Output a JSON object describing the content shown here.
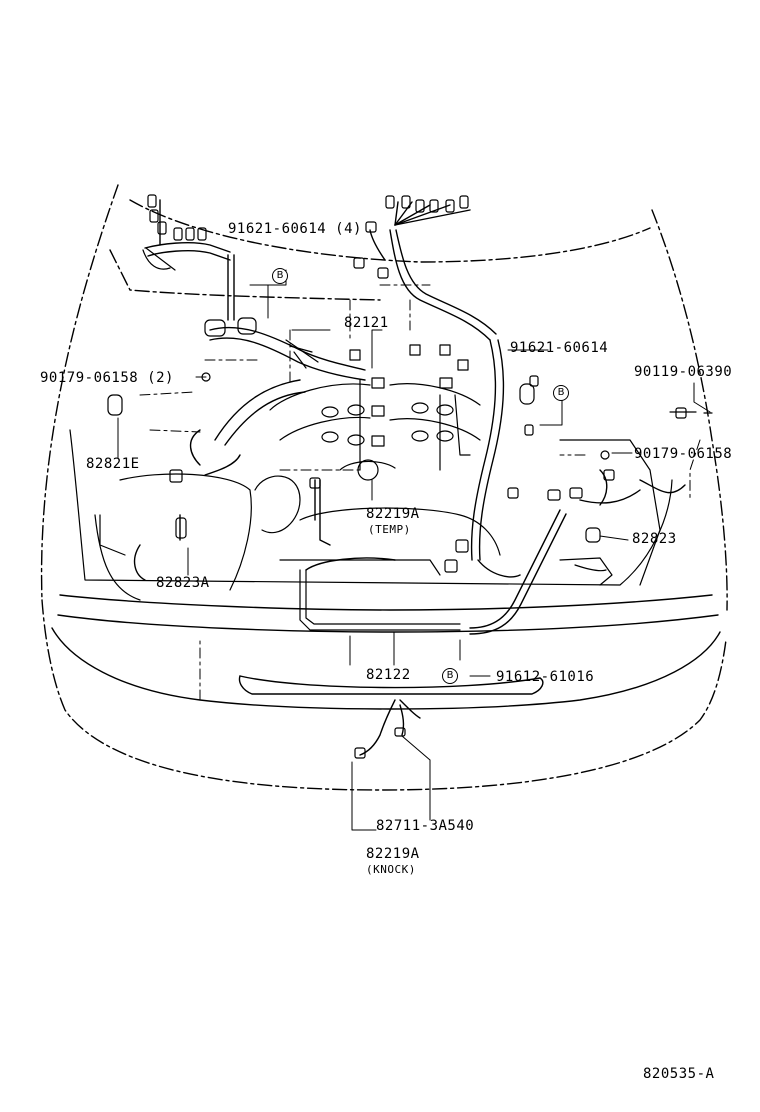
{
  "parts": {
    "p_91621_60614_4": "91621-60614 (4)",
    "p_82121": "82121",
    "p_91621_60614": "91621-60614",
    "p_90179_06158_2": "90179-06158 (2)",
    "p_90119_06390": "90119-06390",
    "p_90179_06158": "90179-06158",
    "p_82821E": "82821E",
    "p_82219A_temp": "82219A",
    "p_temp_note": "(TEMP)",
    "p_82823": "82823",
    "p_82823A": "82823A",
    "p_82122": "82122",
    "p_91612_61016": "91612-61016",
    "p_82711_3A540": "82711-3A540",
    "p_82219A_knock": "82219A",
    "p_knock_note": "(KNOCK)"
  },
  "callout_letter": "B",
  "diagram_code": "820535-A"
}
